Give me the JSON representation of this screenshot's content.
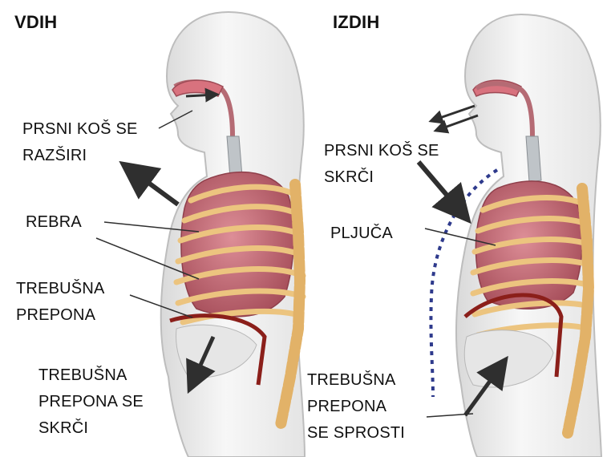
{
  "titles": {
    "inhale": "VDIH",
    "exhale": "IZDIH"
  },
  "inhale_labels": {
    "chest_expands_1": "PRSNI KOŠ SE",
    "chest_expands_2": "RAZŠIRI",
    "ribs": "REBRA",
    "diaphragm_1": "TREBUŠNA",
    "diaphragm_2": "PREPONA",
    "diaphragm_contracts_1": "TREBUŠNA",
    "diaphragm_contracts_2": "PREPONA SE",
    "diaphragm_contracts_3": "SKRČI"
  },
  "exhale_labels": {
    "chest_contracts_1": "PRSNI KOŠ SE",
    "chest_contracts_2": "SKRČI",
    "lungs": "PLJUČA",
    "diaphragm_relaxes_1": "TREBUŠNA",
    "diaphragm_relaxes_2": "PREPONA",
    "diaphragm_relaxes_3": "SE SPROSTI"
  },
  "colors": {
    "skin": "#f1f1f1",
    "skin_outline": "#bdbdbd",
    "lung": "#c96f7a",
    "rib": "#ecc47f",
    "diaphragm": "#8b1f1a",
    "arrow": "#2f2f2f",
    "chest_outline_dotted": "#2e3a8c"
  }
}
